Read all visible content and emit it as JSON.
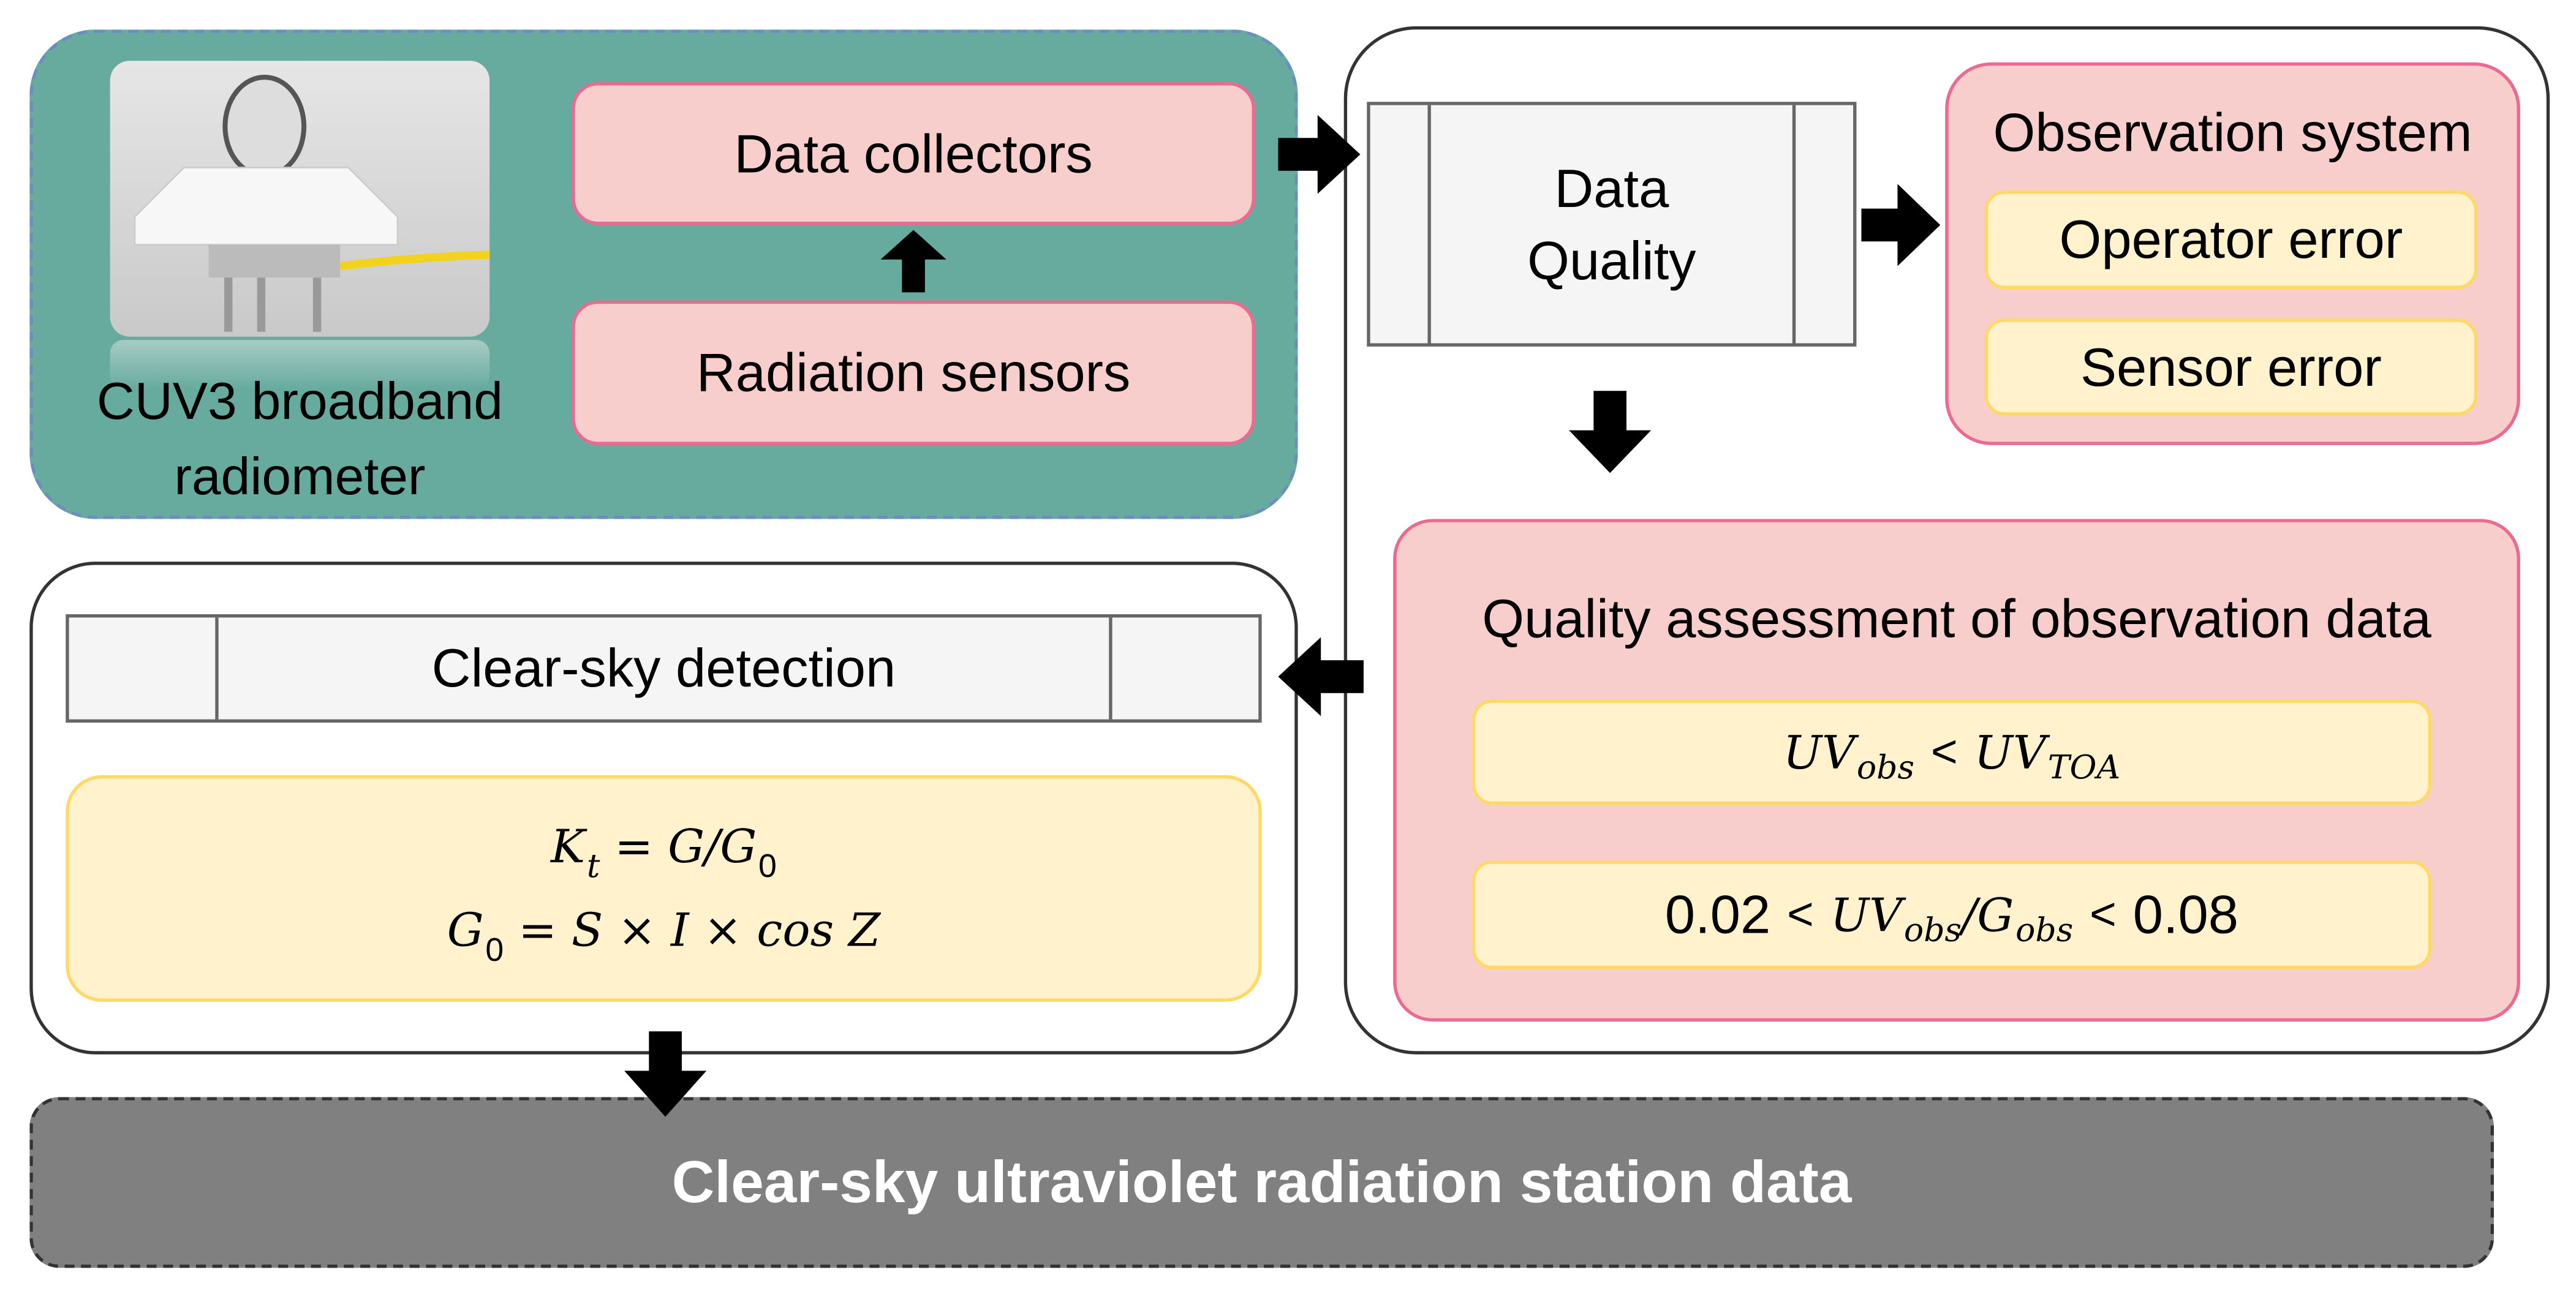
{
  "instrument": {
    "caption_line1": "CUV3 broadband",
    "caption_line2": "radiometer"
  },
  "acquisition": {
    "data_collectors": "Data collectors",
    "radiation_sensors": "Radiation sensors"
  },
  "data_quality": {
    "line1": "Data",
    "line2": "Quality"
  },
  "observation_system": {
    "title": "Observation system",
    "items": [
      "Operator error",
      "Sensor error"
    ]
  },
  "quality_assessment": {
    "title": "Quality assessment of observation data",
    "cond1": {
      "a": "UV",
      "a_sub": "obs",
      "op": "<",
      "b": "UV",
      "b_sub": "TOA"
    },
    "cond2": {
      "low": "0.02",
      "op1": "<",
      "a": "UV",
      "a_sub": "obs",
      "slash": "/",
      "b": "G",
      "b_sub": "obs",
      "op2": "<",
      "high": "0.08"
    }
  },
  "clear_sky": {
    "title": "Clear-sky detection",
    "eq1": {
      "lhs": "K",
      "lhs_sub": "t",
      "rhs": "= G/G",
      "rhs_sub": "0"
    },
    "eq2": {
      "lhs": "G",
      "lhs_sub": "0",
      "rhs": "= S × I × cos Z"
    }
  },
  "output": {
    "label": "Clear-sky ultraviolet radiation station data"
  },
  "colors": {
    "teal": "#67ab9f",
    "pink": "#f8cecc",
    "yellow": "#fff2cc",
    "grey": "#808080"
  }
}
